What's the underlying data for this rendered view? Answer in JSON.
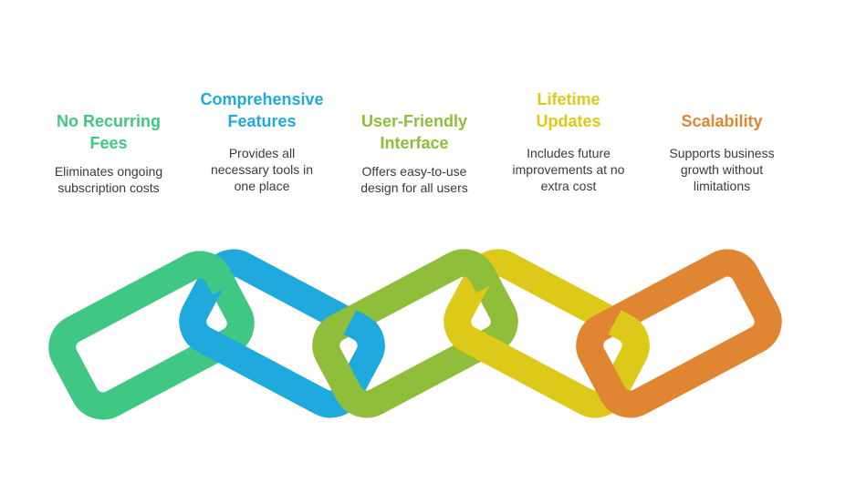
{
  "features": [
    {
      "title_line1": "No Recurring",
      "title_line2": "Fees",
      "desc_line1": "Eliminates ongoing",
      "desc_line2": "subscription costs",
      "desc_line3": "",
      "color": "#3fc783"
    },
    {
      "title_line1": "Comprehensive",
      "title_line2": "Features",
      "desc_line1": "Provides all",
      "desc_line2": "necessary tools in",
      "desc_line3": "one place",
      "color": "#20a9dc"
    },
    {
      "title_line1": "User-Friendly",
      "title_line2": "Interface",
      "desc_line1": "Offers easy-to-use",
      "desc_line2": "design for all users",
      "desc_line3": "",
      "color": "#8fbe3b"
    },
    {
      "title_line1": "Lifetime",
      "title_line2": "Updates",
      "desc_line1": "Includes future",
      "desc_line2": "improvements at no",
      "desc_line3": "extra cost",
      "color": "#ddc91a"
    },
    {
      "title_line1": "Scalability",
      "title_line2": "",
      "desc_line1": "Supports business",
      "desc_line2": "growth without",
      "desc_line3": "limitations",
      "color": "#e08632"
    }
  ]
}
